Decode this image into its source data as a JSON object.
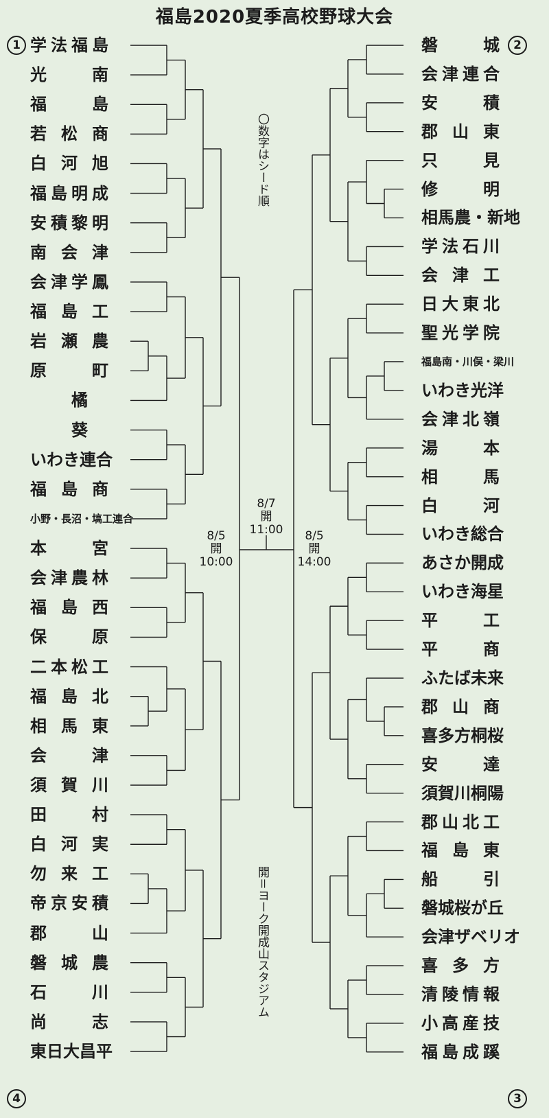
{
  "title": "福島2020夏季高校野球大会",
  "left_teams": [
    {
      "name": "学法福島",
      "seed": "1"
    },
    {
      "name": "光　　南"
    },
    {
      "name": "福　　島"
    },
    {
      "name": "若松商"
    },
    {
      "name": "白河旭"
    },
    {
      "name": "福島明成"
    },
    {
      "name": "安積黎明"
    },
    {
      "name": "南会津"
    },
    {
      "name": "会津学鳳"
    },
    {
      "name": "福島工"
    },
    {
      "name": "岩瀬農"
    },
    {
      "name": "原　　町"
    },
    {
      "name": "橘"
    },
    {
      "name": "葵"
    },
    {
      "name": "いわき連合"
    },
    {
      "name": "福島商"
    },
    {
      "name": "小野・長沼・塙工連合",
      "small": true
    },
    {
      "name": "本　　宮"
    },
    {
      "name": "会津農林"
    },
    {
      "name": "福島西"
    },
    {
      "name": "保　　原"
    },
    {
      "name": "二本松工"
    },
    {
      "name": "福島北"
    },
    {
      "name": "相馬東"
    },
    {
      "name": "会　　津"
    },
    {
      "name": "須賀川"
    },
    {
      "name": "田　　村"
    },
    {
      "name": "白河実"
    },
    {
      "name": "勿来工"
    },
    {
      "name": "帝京安積"
    },
    {
      "name": "郡　　山"
    },
    {
      "name": "磐城農"
    },
    {
      "name": "石　　川"
    },
    {
      "name": "尚　　志"
    },
    {
      "name": "東日大昌平",
      "seed": "4"
    }
  ],
  "right_teams": [
    {
      "name": "磐　　城",
      "seed": "2"
    },
    {
      "name": "会津連合"
    },
    {
      "name": "安　　積"
    },
    {
      "name": "郡山東"
    },
    {
      "name": "只　　見"
    },
    {
      "name": "修　　明"
    },
    {
      "name": "相馬農・新地"
    },
    {
      "name": "学法石川"
    },
    {
      "name": "会津工"
    },
    {
      "name": "日大東北"
    },
    {
      "name": "聖光学院"
    },
    {
      "name": "福島南・川俣・梁川",
      "small": true
    },
    {
      "name": "いわき光洋"
    },
    {
      "name": "会津北嶺"
    },
    {
      "name": "湯　　本"
    },
    {
      "name": "相　　馬"
    },
    {
      "name": "白　　河"
    },
    {
      "name": "いわき総合"
    },
    {
      "name": "あさか開成"
    },
    {
      "name": "いわき海星"
    },
    {
      "name": "平　　工"
    },
    {
      "name": "平　　商"
    },
    {
      "name": "ふたば未来"
    },
    {
      "name": "郡山商"
    },
    {
      "name": "喜多方桐桜"
    },
    {
      "name": "安　　達"
    },
    {
      "name": "須賀川桐陽"
    },
    {
      "name": "郡山北工"
    },
    {
      "name": "福島東"
    },
    {
      "name": "船　　引"
    },
    {
      "name": "磐城桜が丘"
    },
    {
      "name": "会津ザベリオ"
    },
    {
      "name": "喜多方"
    },
    {
      "name": "清陵情報"
    },
    {
      "name": "小高産技"
    },
    {
      "name": "福島成蹊",
      "seed": "3"
    }
  ],
  "seed_marks": {
    "1": "1",
    "2": "2",
    "3": "3",
    "4": "4"
  },
  "schedule": {
    "final": {
      "date": "8/7",
      "venue": "開",
      "time": "11:00"
    },
    "semi_left": {
      "date": "8/5",
      "venue": "開",
      "time": "10:00"
    },
    "semi_right": {
      "date": "8/5",
      "venue": "開",
      "time": "14:00"
    }
  },
  "notes": {
    "seed_note": "〇数字はシード順",
    "venue_note": "開＝ヨーク開成山スタジアム"
  },
  "colors": {
    "background": "#e6efe2",
    "line": "#1c1c1c",
    "text": "#1c1c1c"
  }
}
